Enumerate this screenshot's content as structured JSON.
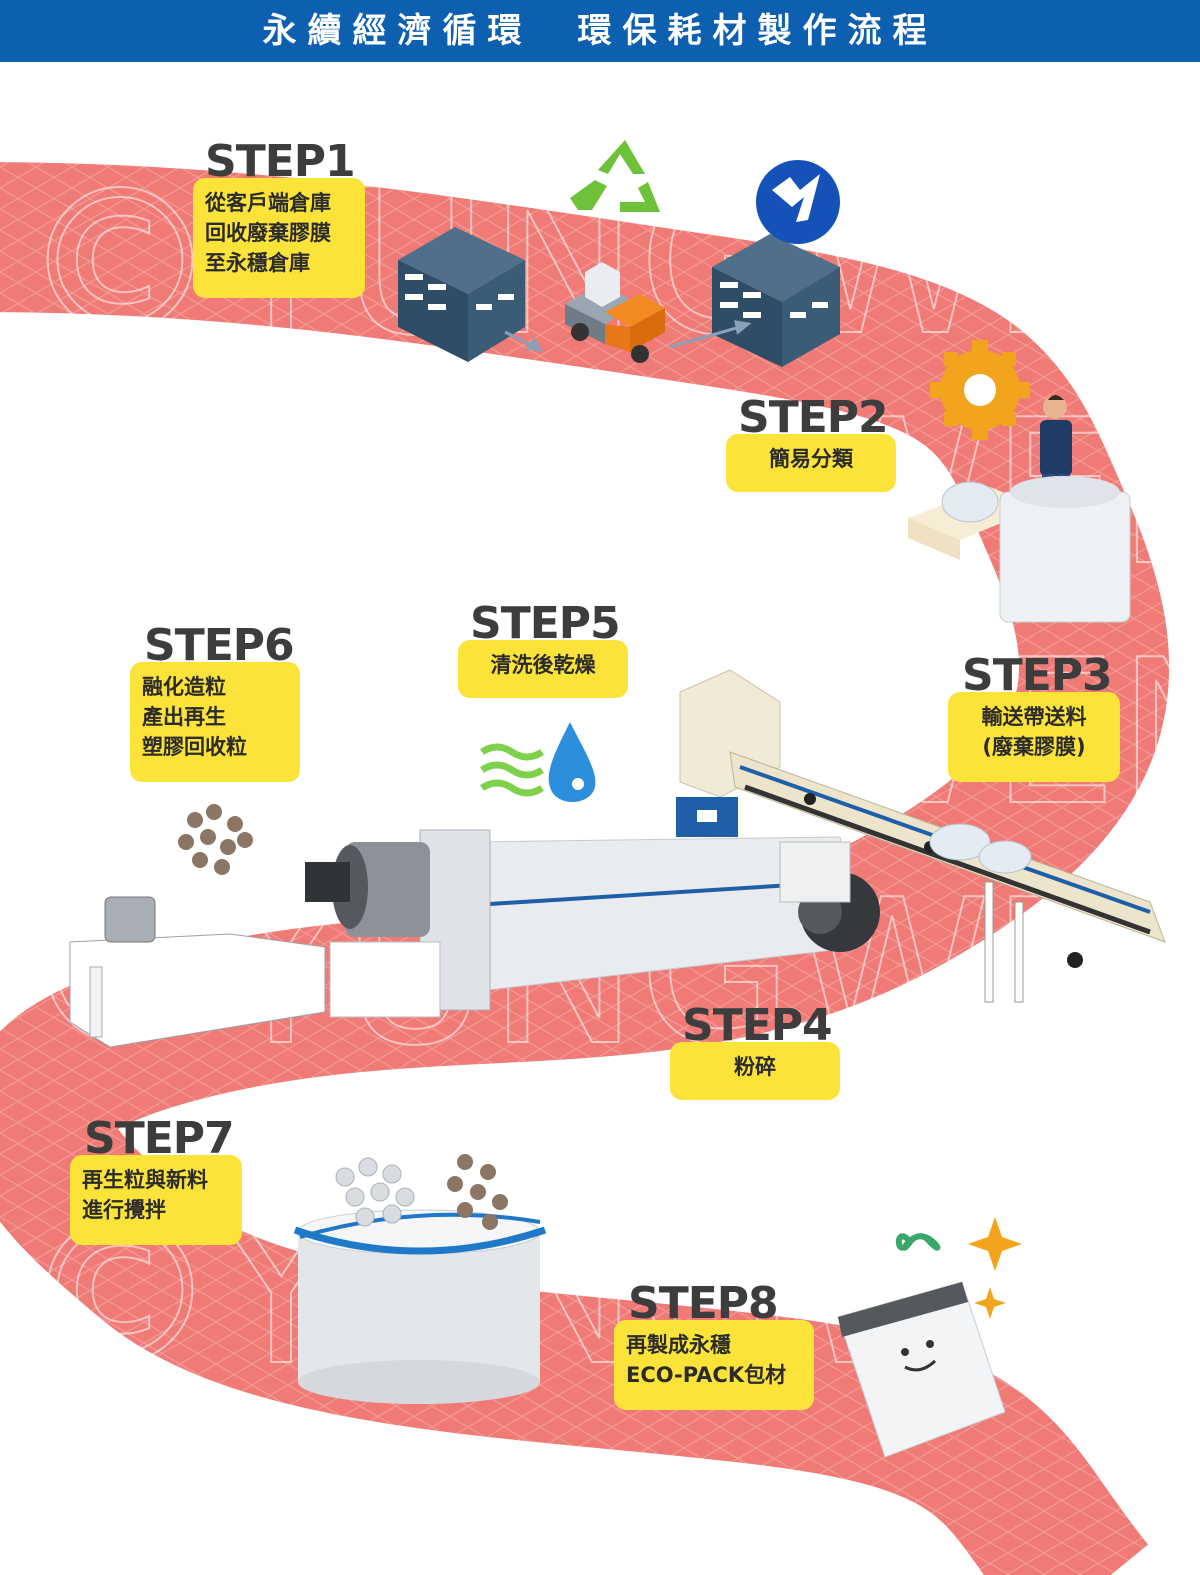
{
  "header": {
    "title": "永續經濟循環　環保耗材製作流程"
  },
  "watermark": "©YUNGWEN",
  "colors": {
    "header": "#0d5fb0",
    "path": "#f07a75",
    "label_bg": "#fbe33a",
    "step_text": "#3d3d3d"
  },
  "steps": [
    {
      "title": "STEP1",
      "lines": [
        "從客戶端倉庫",
        "回收廢棄膠膜",
        "至永穩倉庫"
      ]
    },
    {
      "title": "STEP2",
      "lines": [
        "簡易分類"
      ]
    },
    {
      "title": "STEP3",
      "lines": [
        "輸送帶送料",
        "(廢棄膠膜)"
      ]
    },
    {
      "title": "STEP4",
      "lines": [
        "粉碎"
      ]
    },
    {
      "title": "STEP5",
      "lines": [
        "清洗後乾燥"
      ]
    },
    {
      "title": "STEP6",
      "lines": [
        "融化造粒",
        "產出再生",
        "塑膠回收粒"
      ]
    },
    {
      "title": "STEP7",
      "lines": [
        "再生粒與新料",
        "進行攪拌"
      ]
    },
    {
      "title": "STEP8",
      "lines": [
        "再製成永穩",
        "ECO-PACK包材"
      ]
    }
  ],
  "icons": [
    "warehouse-icon",
    "recycle-icon",
    "truck-icon",
    "brand-logo-icon",
    "gear-icon",
    "worker-icon",
    "bags-icon",
    "conveyor-icon",
    "crusher-icon",
    "water-drop-icon",
    "extruder-icon",
    "pellets-icon",
    "mixer-icon",
    "eco-pack-bag-icon",
    "sparkle-icon",
    "infinity-icon"
  ]
}
